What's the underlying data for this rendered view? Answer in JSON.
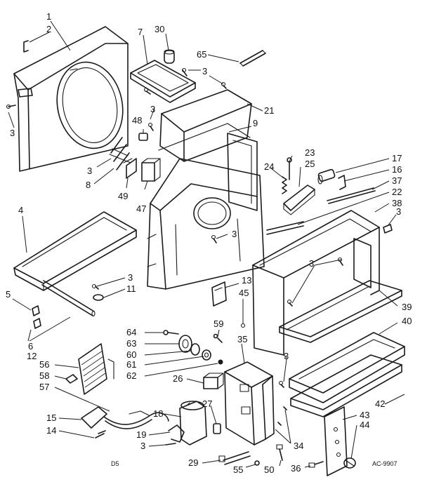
{
  "callouts": {
    "c1": "1",
    "c2": "2",
    "c3a": "3",
    "c7": "7",
    "c30": "30",
    "c65": "65",
    "c3b": "3",
    "c3c": "3",
    "c21": "21",
    "c9": "9",
    "c48": "48",
    "c3d": "3",
    "c8": "8",
    "c49": "49",
    "c47": "47",
    "c23": "23",
    "c25": "25",
    "c24": "24",
    "c17": "17",
    "c16": "16",
    "c37": "37",
    "c22": "22",
    "c38": "38",
    "c3e": "3",
    "c4": "4",
    "c3f": "3",
    "c3g": "3",
    "c11": "11",
    "c5": "5",
    "c6": "6",
    "c12": "12",
    "c13": "13",
    "c45": "45",
    "c3h": "3",
    "c39": "39",
    "c40": "40",
    "c59": "59",
    "c64": "64",
    "c63": "63",
    "c60": "60",
    "c61": "61",
    "c62": "62",
    "c35": "35",
    "c3i": "3",
    "c56": "56",
    "c58": "58",
    "c57": "57",
    "c26": "26",
    "c18": "18",
    "c27": "27",
    "c15": "15",
    "c14": "14",
    "c19": "19",
    "c3j": "3",
    "c34": "34",
    "c42": "42",
    "c43": "43",
    "c44": "44",
    "c29": "29",
    "c55": "55",
    "c50": "50",
    "c36": "36"
  },
  "footer": {
    "left_code": "D5",
    "right_code": "AC-9907"
  }
}
